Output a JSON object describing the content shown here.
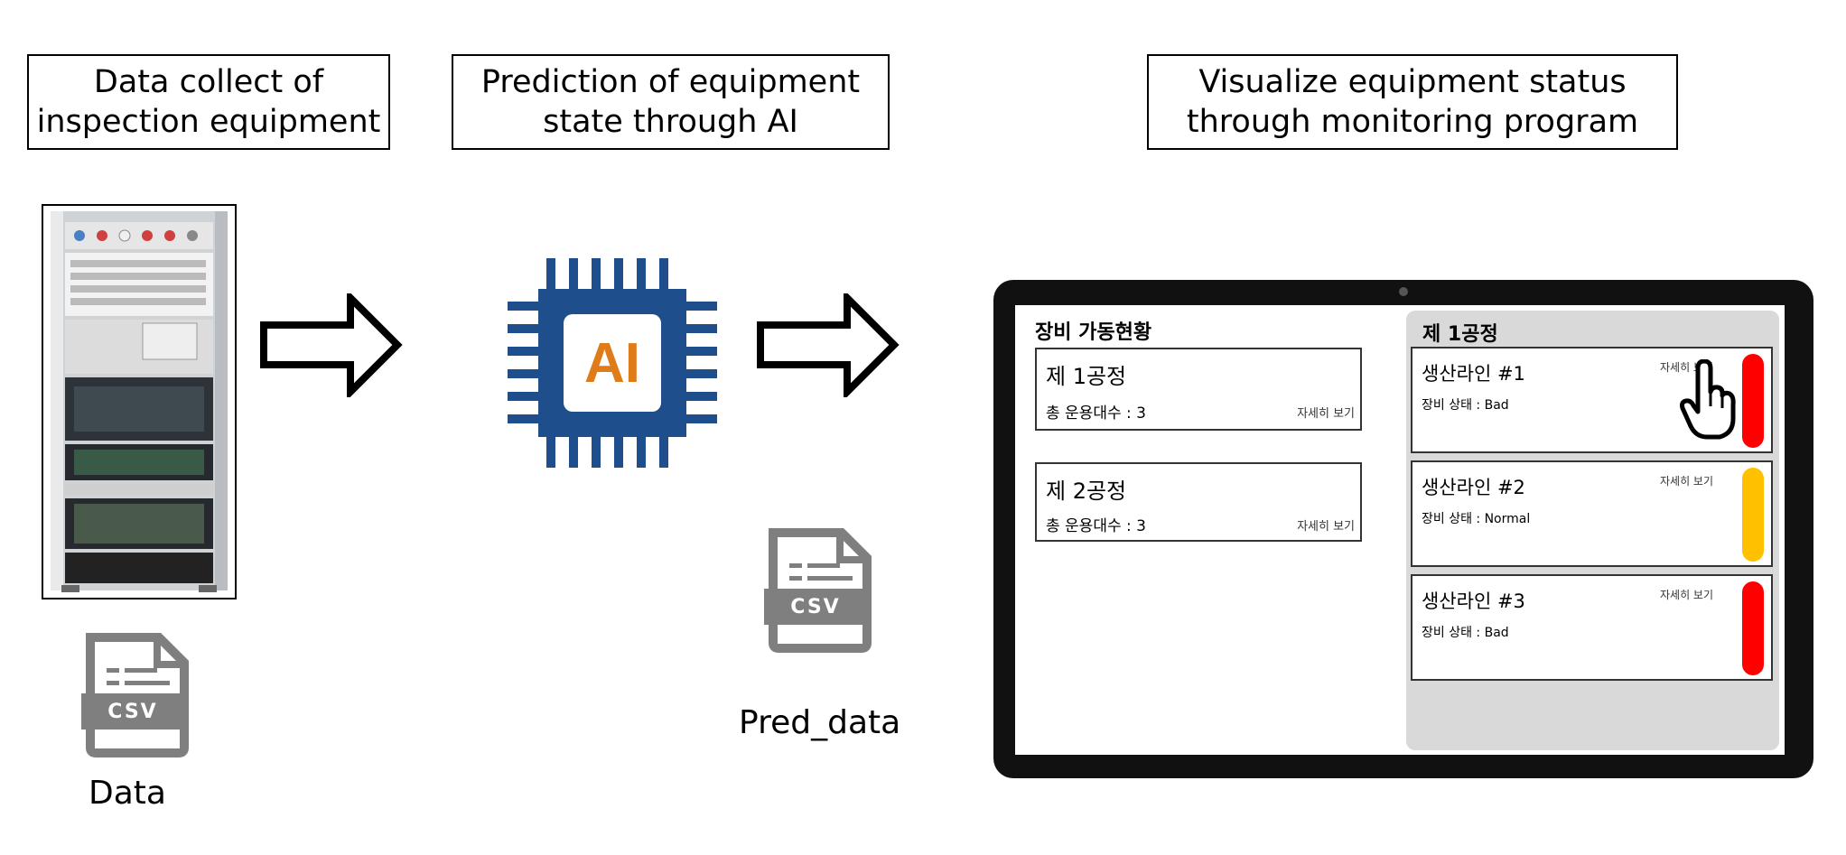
{
  "steps": [
    {
      "line1": "Data collect of",
      "line2": "inspection equipment"
    },
    {
      "line1": "Prediction of equipment",
      "line2": "state through AI"
    },
    {
      "line1": "Visualize equipment status",
      "line2": "through monitoring program"
    }
  ],
  "ai_chip": {
    "label": "AI",
    "chip_color": "#1f4e8c",
    "label_color": "#e07b1a"
  },
  "files": {
    "input": {
      "badge": "CSV",
      "label": "Data"
    },
    "output": {
      "badge": "CSV",
      "label": "Pred_data"
    }
  },
  "monitor": {
    "left_title": "장비 가동현황",
    "processes": [
      {
        "name": "제 1공정",
        "count_text": "총 운용대수 : 3",
        "link": "자세히 보기"
      },
      {
        "name": "제 2공정",
        "count_text": "총 운용대수 : 3",
        "link": "자세히 보기"
      }
    ],
    "right_title": "제 1공정",
    "lines": [
      {
        "name": "생산라인 #1",
        "status_text": "장비 상태 : Bad",
        "link": "자세히 보기",
        "status_color": "#ff0000"
      },
      {
        "name": "생산라인 #2",
        "status_text": "장비 상태 : Normal",
        "link": "자세히 보기",
        "status_color": "#ffc000"
      },
      {
        "name": "생산라인 #3",
        "status_text": "장비 상태 : Bad",
        "link": "자세히 보기",
        "status_color": "#ff0000"
      }
    ]
  }
}
